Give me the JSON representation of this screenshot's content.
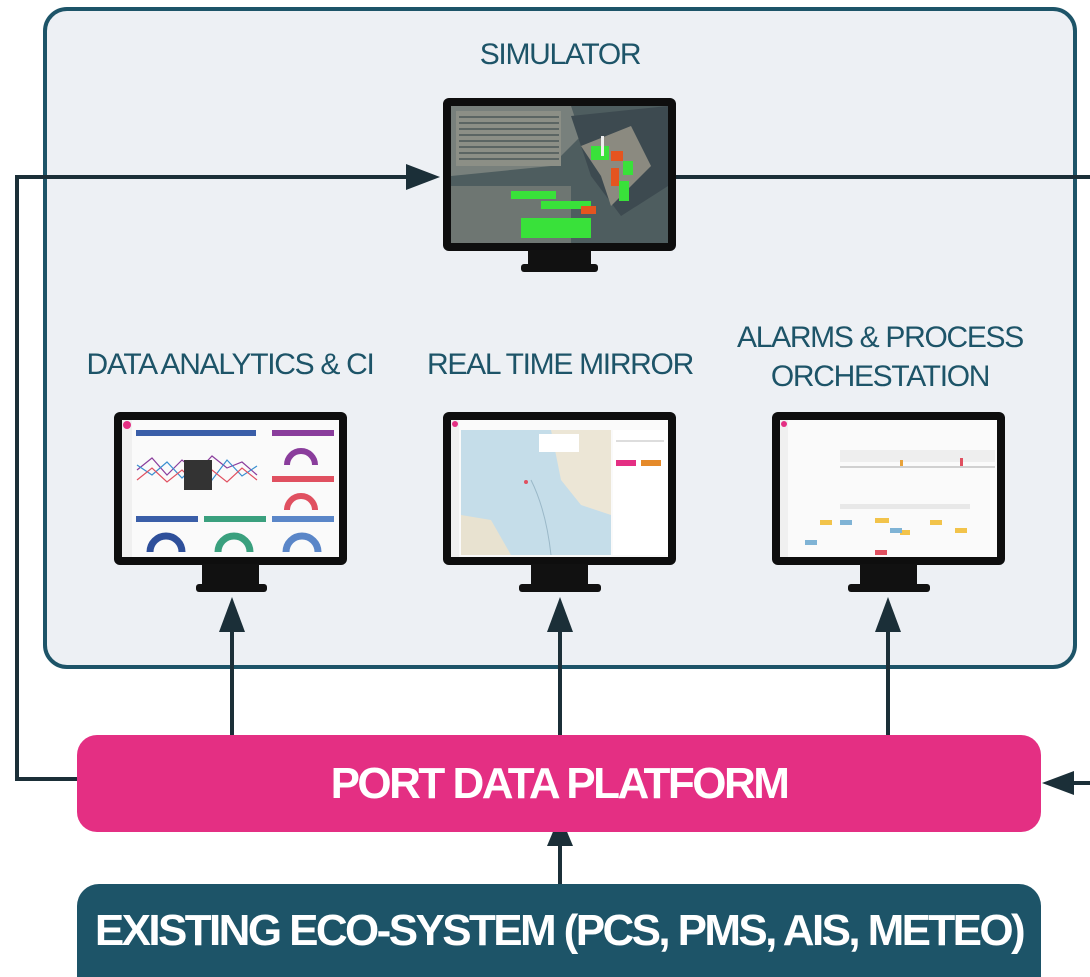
{
  "labels": {
    "simulator": "SIMULATOR",
    "data_analytics": "DATA ANALYTICS & CI",
    "real_time_mirror": "REAL TIME MIRROR",
    "alarms_line1": "ALARMS & PROCESS",
    "alarms_line2": "ORCHESTATION"
  },
  "bars": {
    "port_data_platform": "PORT DATA PLATFORM",
    "existing_ecosystem": "EXISTING ECO-SYSTEM (PCS, PMS, AIS, METEO)"
  },
  "colors": {
    "frame": "#1d5468",
    "frame_fill": "#edf0f4",
    "platform": "#e42f83",
    "ecosystem": "#1d5468",
    "arrow": "#1b2f38"
  }
}
